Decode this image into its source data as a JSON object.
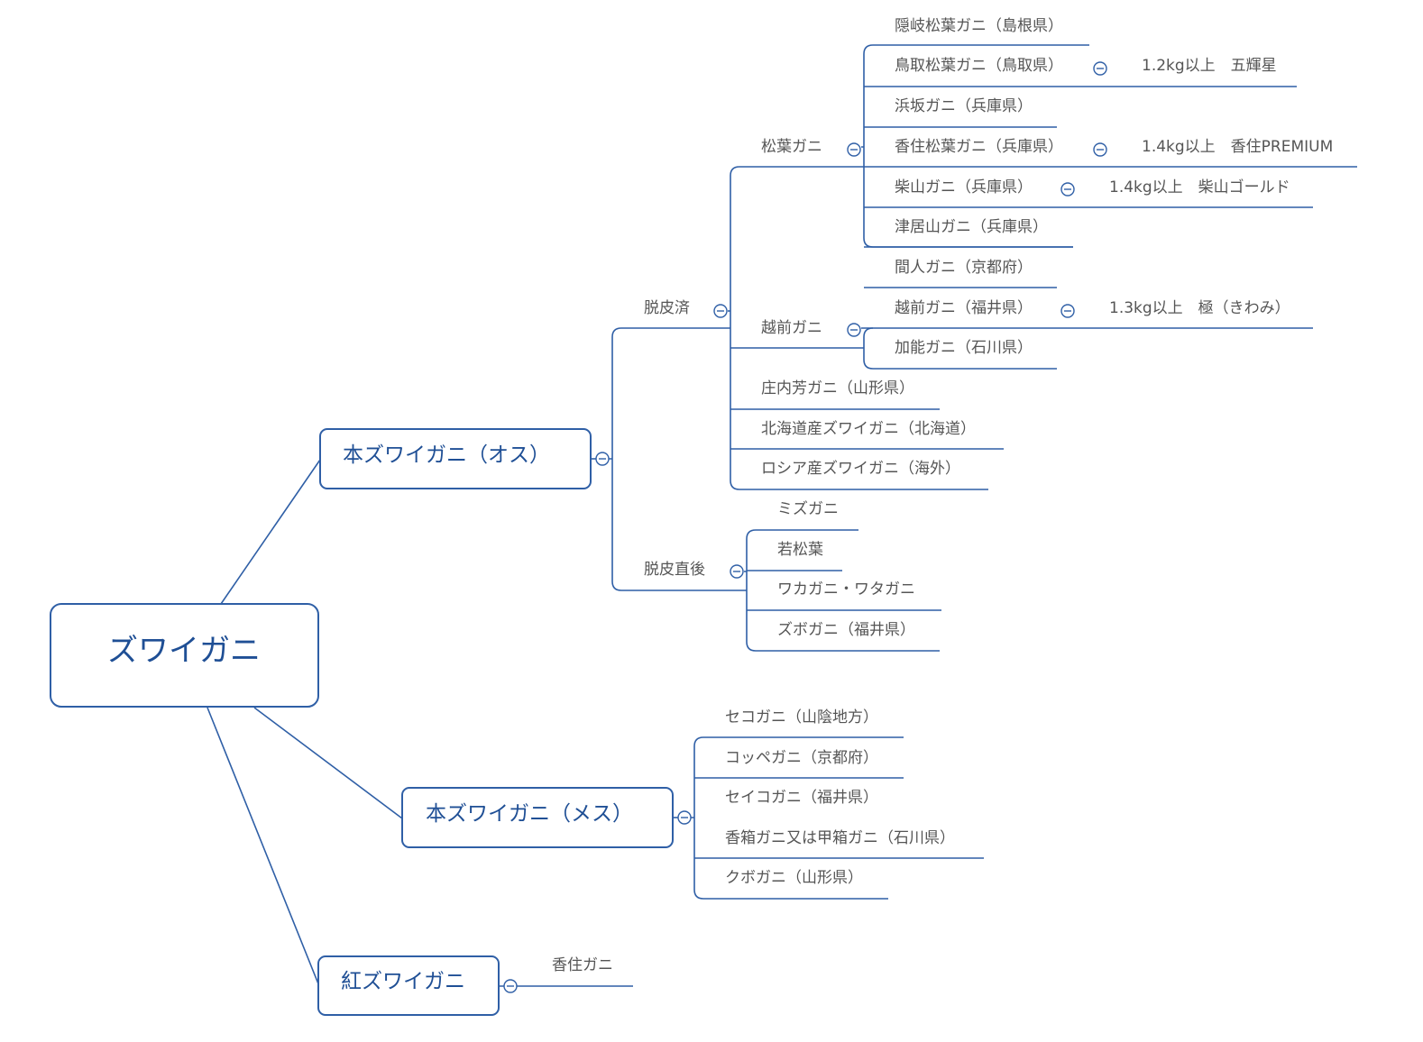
{
  "root": {
    "label": "ズワイガニ"
  },
  "male": {
    "label": "本ズワイガニ（オス）",
    "molted": {
      "label": "脱皮済",
      "matsuba": {
        "label": "松葉ガニ",
        "items": [
          {
            "label": "隠岐松葉ガニ（島根県）"
          },
          {
            "label": "鳥取松葉ガニ（鳥取県）",
            "note": "1.2kg以上　五輝星"
          },
          {
            "label": "浜坂ガニ（兵庫県）"
          },
          {
            "label": "香住松葉ガニ（兵庫県）",
            "note": "1.4kg以上　香住PREMIUM"
          },
          {
            "label": "柴山ガニ（兵庫県）",
            "note": "1.4kg以上　柴山ゴールド"
          },
          {
            "label": "津居山ガニ（兵庫県）"
          },
          {
            "label": "間人ガニ（京都府）"
          }
        ]
      },
      "echizen": {
        "label": "越前ガニ",
        "items": [
          {
            "label": "越前ガニ（福井県）",
            "note": "1.3kg以上　極（きわみ）"
          },
          {
            "label": "加能ガニ（石川県）"
          }
        ]
      },
      "others": [
        {
          "label": "庄内芳ガニ（山形県）"
        },
        {
          "label": "北海道産ズワイガニ（北海道）"
        },
        {
          "label": "ロシア産ズワイガニ（海外）"
        }
      ]
    },
    "fresh": {
      "label": "脱皮直後",
      "items": [
        {
          "label": "ミズガニ"
        },
        {
          "label": "若松葉"
        },
        {
          "label": "ワカガニ・ワタガニ"
        },
        {
          "label": "ズボガニ（福井県）"
        }
      ]
    }
  },
  "female": {
    "label": "本ズワイガニ（メス）",
    "items": [
      {
        "label": "セコガニ（山陰地方）"
      },
      {
        "label": "コッペガニ（京都府）"
      },
      {
        "label": "セイコガニ（福井県）"
      },
      {
        "label": "香箱ガニ又は甲箱ガニ（石川県）"
      },
      {
        "label": "クボガニ（山形県）"
      }
    ]
  },
  "red": {
    "label": "紅ズワイガニ",
    "items": [
      {
        "label": "香住ガニ"
      }
    ]
  },
  "colors": {
    "line": "#2f5fa6",
    "heading": "#1f4f95",
    "text": "#555555"
  },
  "icons": {
    "toggle": "collapse-minus-icon"
  }
}
